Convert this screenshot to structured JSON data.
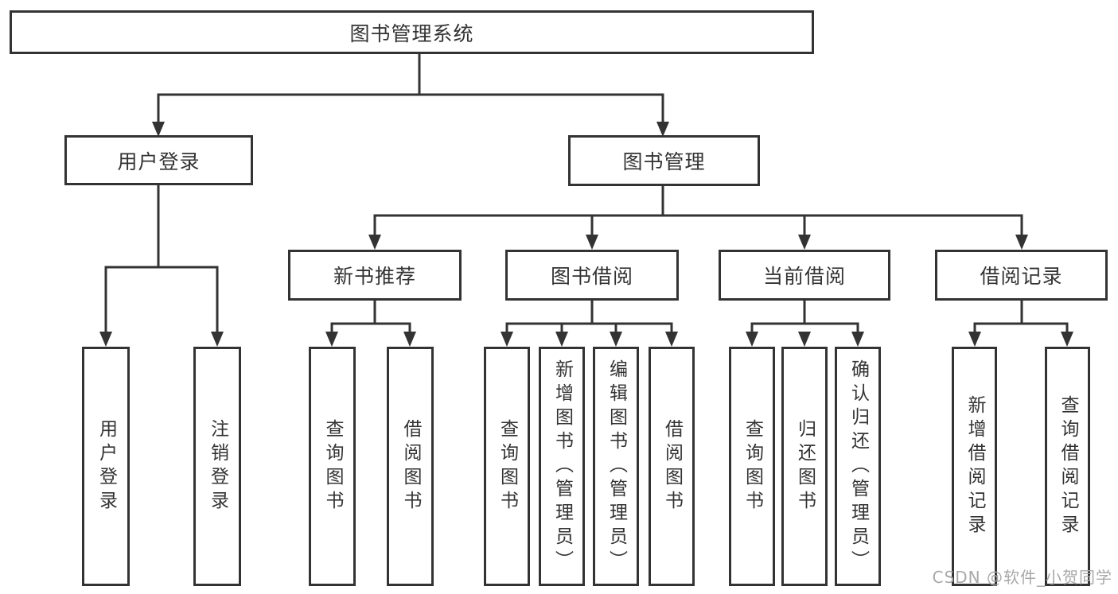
{
  "tree": {
    "label": "图书管理系统",
    "children": [
      {
        "label": "用户登录",
        "children": [
          {
            "label": "用户登录"
          },
          {
            "label": "注销登录"
          }
        ]
      },
      {
        "label": "图书管理",
        "children": [
          {
            "label": "新书推荐",
            "children": [
              {
                "label": "查询图书"
              },
              {
                "label": "借阅图书"
              }
            ]
          },
          {
            "label": "图书借阅",
            "children": [
              {
                "label": "查询图书"
              },
              {
                "label": "新增图书（管理员）"
              },
              {
                "label": "编辑图书（管理员）"
              },
              {
                "label": "借阅图书"
              }
            ]
          },
          {
            "label": "当前借阅",
            "children": [
              {
                "label": "查询图书"
              },
              {
                "label": "归还图书"
              },
              {
                "label": "确认归还（管理员）"
              }
            ]
          },
          {
            "label": "借阅记录",
            "children": [
              {
                "label": "新增借阅记录"
              },
              {
                "label": "查询借阅记录"
              }
            ]
          }
        ]
      }
    ]
  },
  "watermark": {
    "text": "CSDN @软件_小贺同学"
  },
  "colors": {
    "line": "#333333",
    "box_border": "#333333",
    "text": "#333333",
    "background": "#ffffff",
    "watermark": "#a8a8a8"
  }
}
